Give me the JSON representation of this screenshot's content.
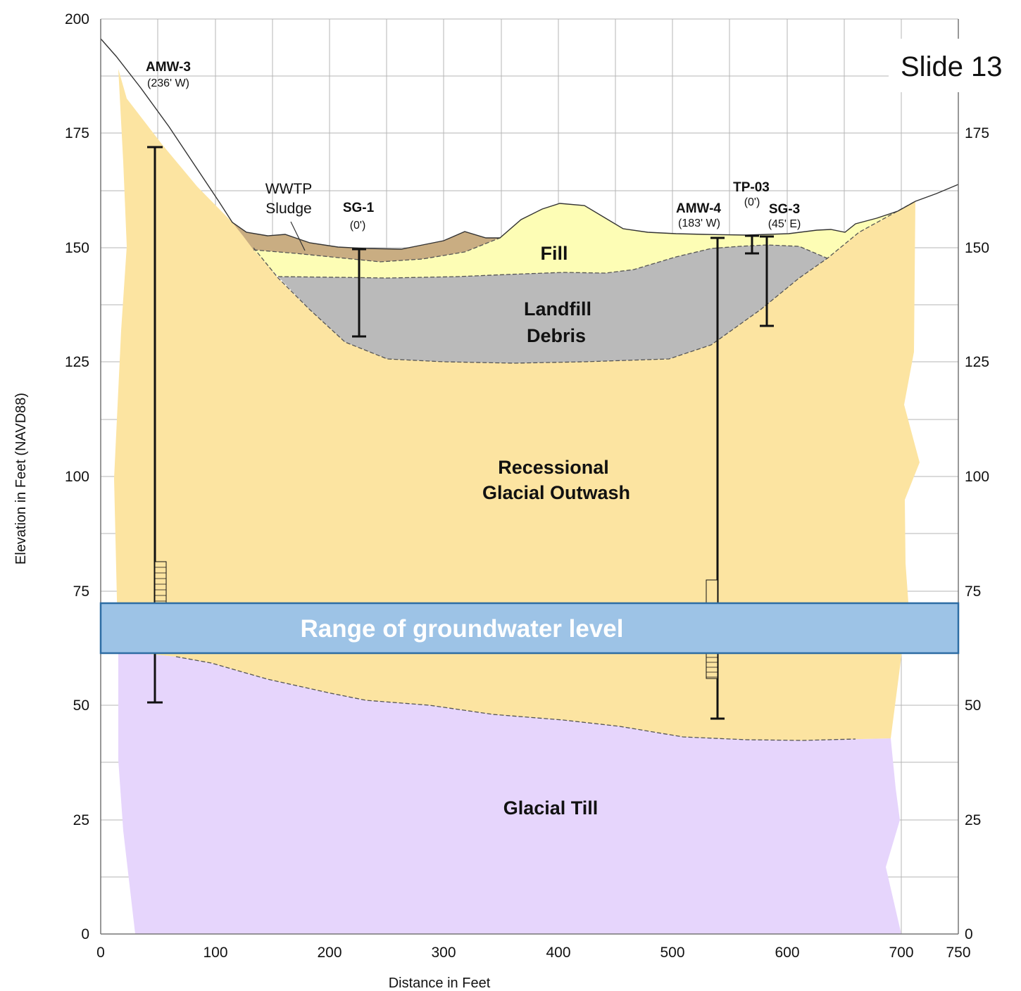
{
  "slide_label": "Slide 13",
  "axes": {
    "ylabel": "Elevation in Feet (NAVD88)",
    "xlabel": "Distance in Feet",
    "x_ticks": [
      "0",
      "100",
      "200",
      "300",
      "400",
      "500",
      "600",
      "700",
      "750"
    ],
    "y_ticks_left": [
      "200",
      "175",
      "150",
      "125",
      "100",
      "75",
      "50",
      "25",
      "0"
    ],
    "y_ticks_right": [
      "175",
      "150",
      "125",
      "100",
      "75",
      "50",
      "25",
      "0"
    ]
  },
  "units": {
    "fill": "Fill",
    "landfill_line1": "Landfill",
    "landfill_line2": "Debris",
    "outwash_line1": "Recessional",
    "outwash_line2": "Glacial Outwash",
    "till": "Glacial Till",
    "sludge_line1": "WWTP",
    "sludge_line2": "Sludge"
  },
  "wells": [
    {
      "name": "AMW-3",
      "offset": "(236' W)"
    },
    {
      "name": "SG-1",
      "offset": "(0')"
    },
    {
      "name": "AMW-4",
      "offset": "(183' W)"
    },
    {
      "name": "TP-03",
      "offset": "(0')"
    },
    {
      "name": "SG-3",
      "offset": "(45' E)"
    }
  ],
  "groundwater_band": {
    "label": "Range of groundwater level",
    "color": "#9dc3e6"
  },
  "colors": {
    "outwash": "#fce4a1",
    "till": "#e6d5fc",
    "fill": "#fdfdb5",
    "debris": "#bababa",
    "sludge": "#c9ad82",
    "grid": "#b5b5b5"
  }
}
